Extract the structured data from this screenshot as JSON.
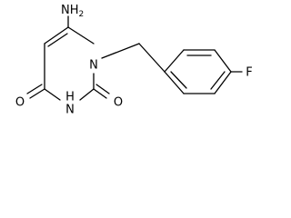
{
  "molecule": {
    "atoms": {
      "amino": {
        "label": "NH",
        "subscript": "2"
      },
      "ring_n1": {
        "label": "N"
      },
      "ring_n3": {
        "label": "H",
        "sublabel": "N"
      },
      "carbonyl_o4": {
        "label": "O"
      },
      "carbonyl_o2": {
        "label": "O"
      },
      "fluorine": {
        "label": "F"
      }
    },
    "colors": {
      "bond": "#000000",
      "text": "#000000",
      "background": "#ffffff"
    }
  }
}
